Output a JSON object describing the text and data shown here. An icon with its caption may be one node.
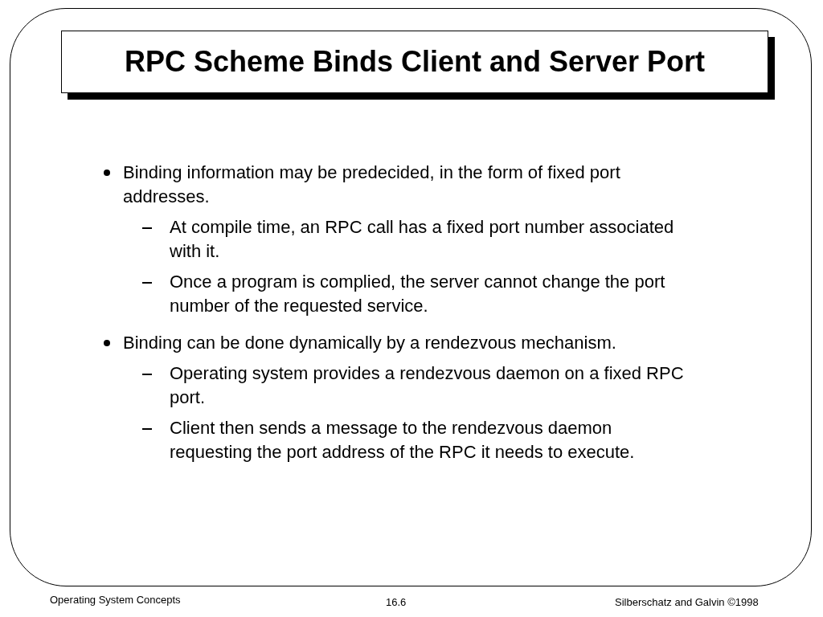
{
  "diagram": {
    "title": "RPC Scheme Binds Client and Server Port",
    "labels": [
      "Binding information may be predecided, in the form of fixed port addresses.",
      "At compile time, an RPC call has a fixed port number associated with it.",
      "Once a program is complied, the server cannot change the port number of the requested service.",
      "Binding can be done dynamically by a rendezvous mechanism.",
      "Operating system provides a rendezvous daemon on a fixed RPC port.",
      "Client then sends a message to the rendezvous daemon requesting the port address of the RPC it needs to execute.",
      "Operating System Concepts",
      "16.6",
      "Silberschatz and Galvin ©1998"
    ]
  }
}
